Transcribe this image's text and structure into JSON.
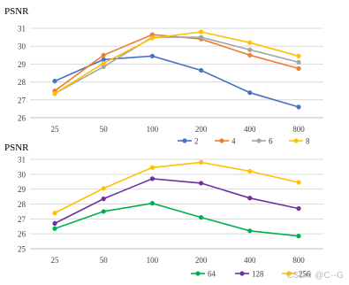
{
  "watermark": "CSDN @C--G",
  "chart_data": [
    {
      "type": "line",
      "ylabel": "PSNR",
      "xlabel": "",
      "categories": [
        "25",
        "50",
        "100",
        "200",
        "400",
        "800"
      ],
      "yticks": [
        26,
        27,
        28,
        29,
        30,
        31
      ],
      "ylim": [
        26,
        31
      ],
      "grid": true,
      "legend_position": "bottom-right",
      "series": [
        {
          "name": "2",
          "color": "#4472C4",
          "values": [
            28.05,
            29.25,
            29.45,
            28.65,
            27.4,
            26.6
          ]
        },
        {
          "name": "4",
          "color": "#ED7D31",
          "values": [
            27.5,
            29.5,
            30.65,
            30.4,
            29.5,
            28.75
          ]
        },
        {
          "name": "6",
          "color": "#A5A5A5",
          "values": [
            27.35,
            28.85,
            30.5,
            30.5,
            29.8,
            29.1
          ]
        },
        {
          "name": "8",
          "color": "#FFC000",
          "values": [
            27.35,
            29.05,
            30.45,
            30.8,
            30.2,
            29.45
          ]
        }
      ]
    },
    {
      "type": "line",
      "ylabel": "PSNR",
      "xlabel": "",
      "categories": [
        "25",
        "50",
        "100",
        "200",
        "400",
        "800"
      ],
      "yticks": [
        25,
        26,
        27,
        28,
        29,
        30,
        31
      ],
      "ylim": [
        25,
        31
      ],
      "grid": true,
      "legend_position": "bottom-right",
      "series": [
        {
          "name": "64",
          "color": "#00B050",
          "values": [
            26.35,
            27.5,
            28.05,
            27.1,
            26.2,
            25.85
          ]
        },
        {
          "name": "128",
          "color": "#7030A0",
          "values": [
            26.7,
            28.35,
            29.7,
            29.4,
            28.4,
            27.7
          ]
        },
        {
          "name": "256",
          "color": "#FFC000",
          "values": [
            27.4,
            29.05,
            30.45,
            30.8,
            30.2,
            29.45
          ]
        }
      ]
    }
  ]
}
